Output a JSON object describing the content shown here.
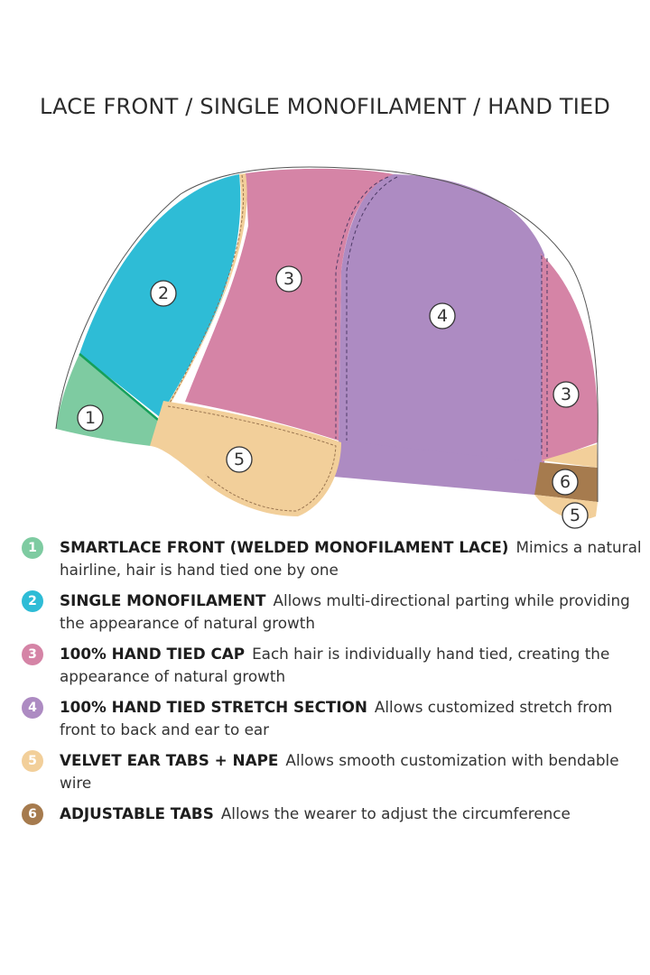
{
  "title": "LACE FRONT / SINGLE MONOFILAMENT / HAND TIED",
  "diagram_labels": {
    "zone_1": "1",
    "zone_2": "2",
    "zone_3_top": "3",
    "zone_3_back": "3",
    "zone_4": "4",
    "zone_5_ear": "5",
    "zone_5_nape": "5",
    "zone_6": "6"
  },
  "colors": {
    "zone_1": "#7ecba1",
    "zone_2": "#2ebcd6",
    "zone_3": "#d584a6",
    "zone_4": "#ad8bc2",
    "zone_5": "#f2cf9a",
    "zone_6": "#a67b4e"
  },
  "legend": [
    {
      "number": "1",
      "heading": "SMARTLACE FRONT (WELDED MONOFILAMENT LACE)",
      "description": "Mimics a natural hairline, hair is hand tied one by one"
    },
    {
      "number": "2",
      "heading": "SINGLE MONOFILAMENT",
      "description": "Allows multi-directional parting while providing the appearance of natural growth"
    },
    {
      "number": "3",
      "heading": "100% HAND TIED CAP",
      "description": "Each hair is individually hand tied, creating the appearance of natural growth"
    },
    {
      "number": "4",
      "heading": "100% HAND TIED STRETCH SECTION",
      "description": "Allows customized stretch from front to back and ear to ear"
    },
    {
      "number": "5",
      "heading": "VELVET EAR TABS + NAPE",
      "description": "Allows smooth customization with bendable wire"
    },
    {
      "number": "6",
      "heading": "ADJUSTABLE TABS",
      "description": "Allows the wearer to adjust the circumference"
    }
  ]
}
